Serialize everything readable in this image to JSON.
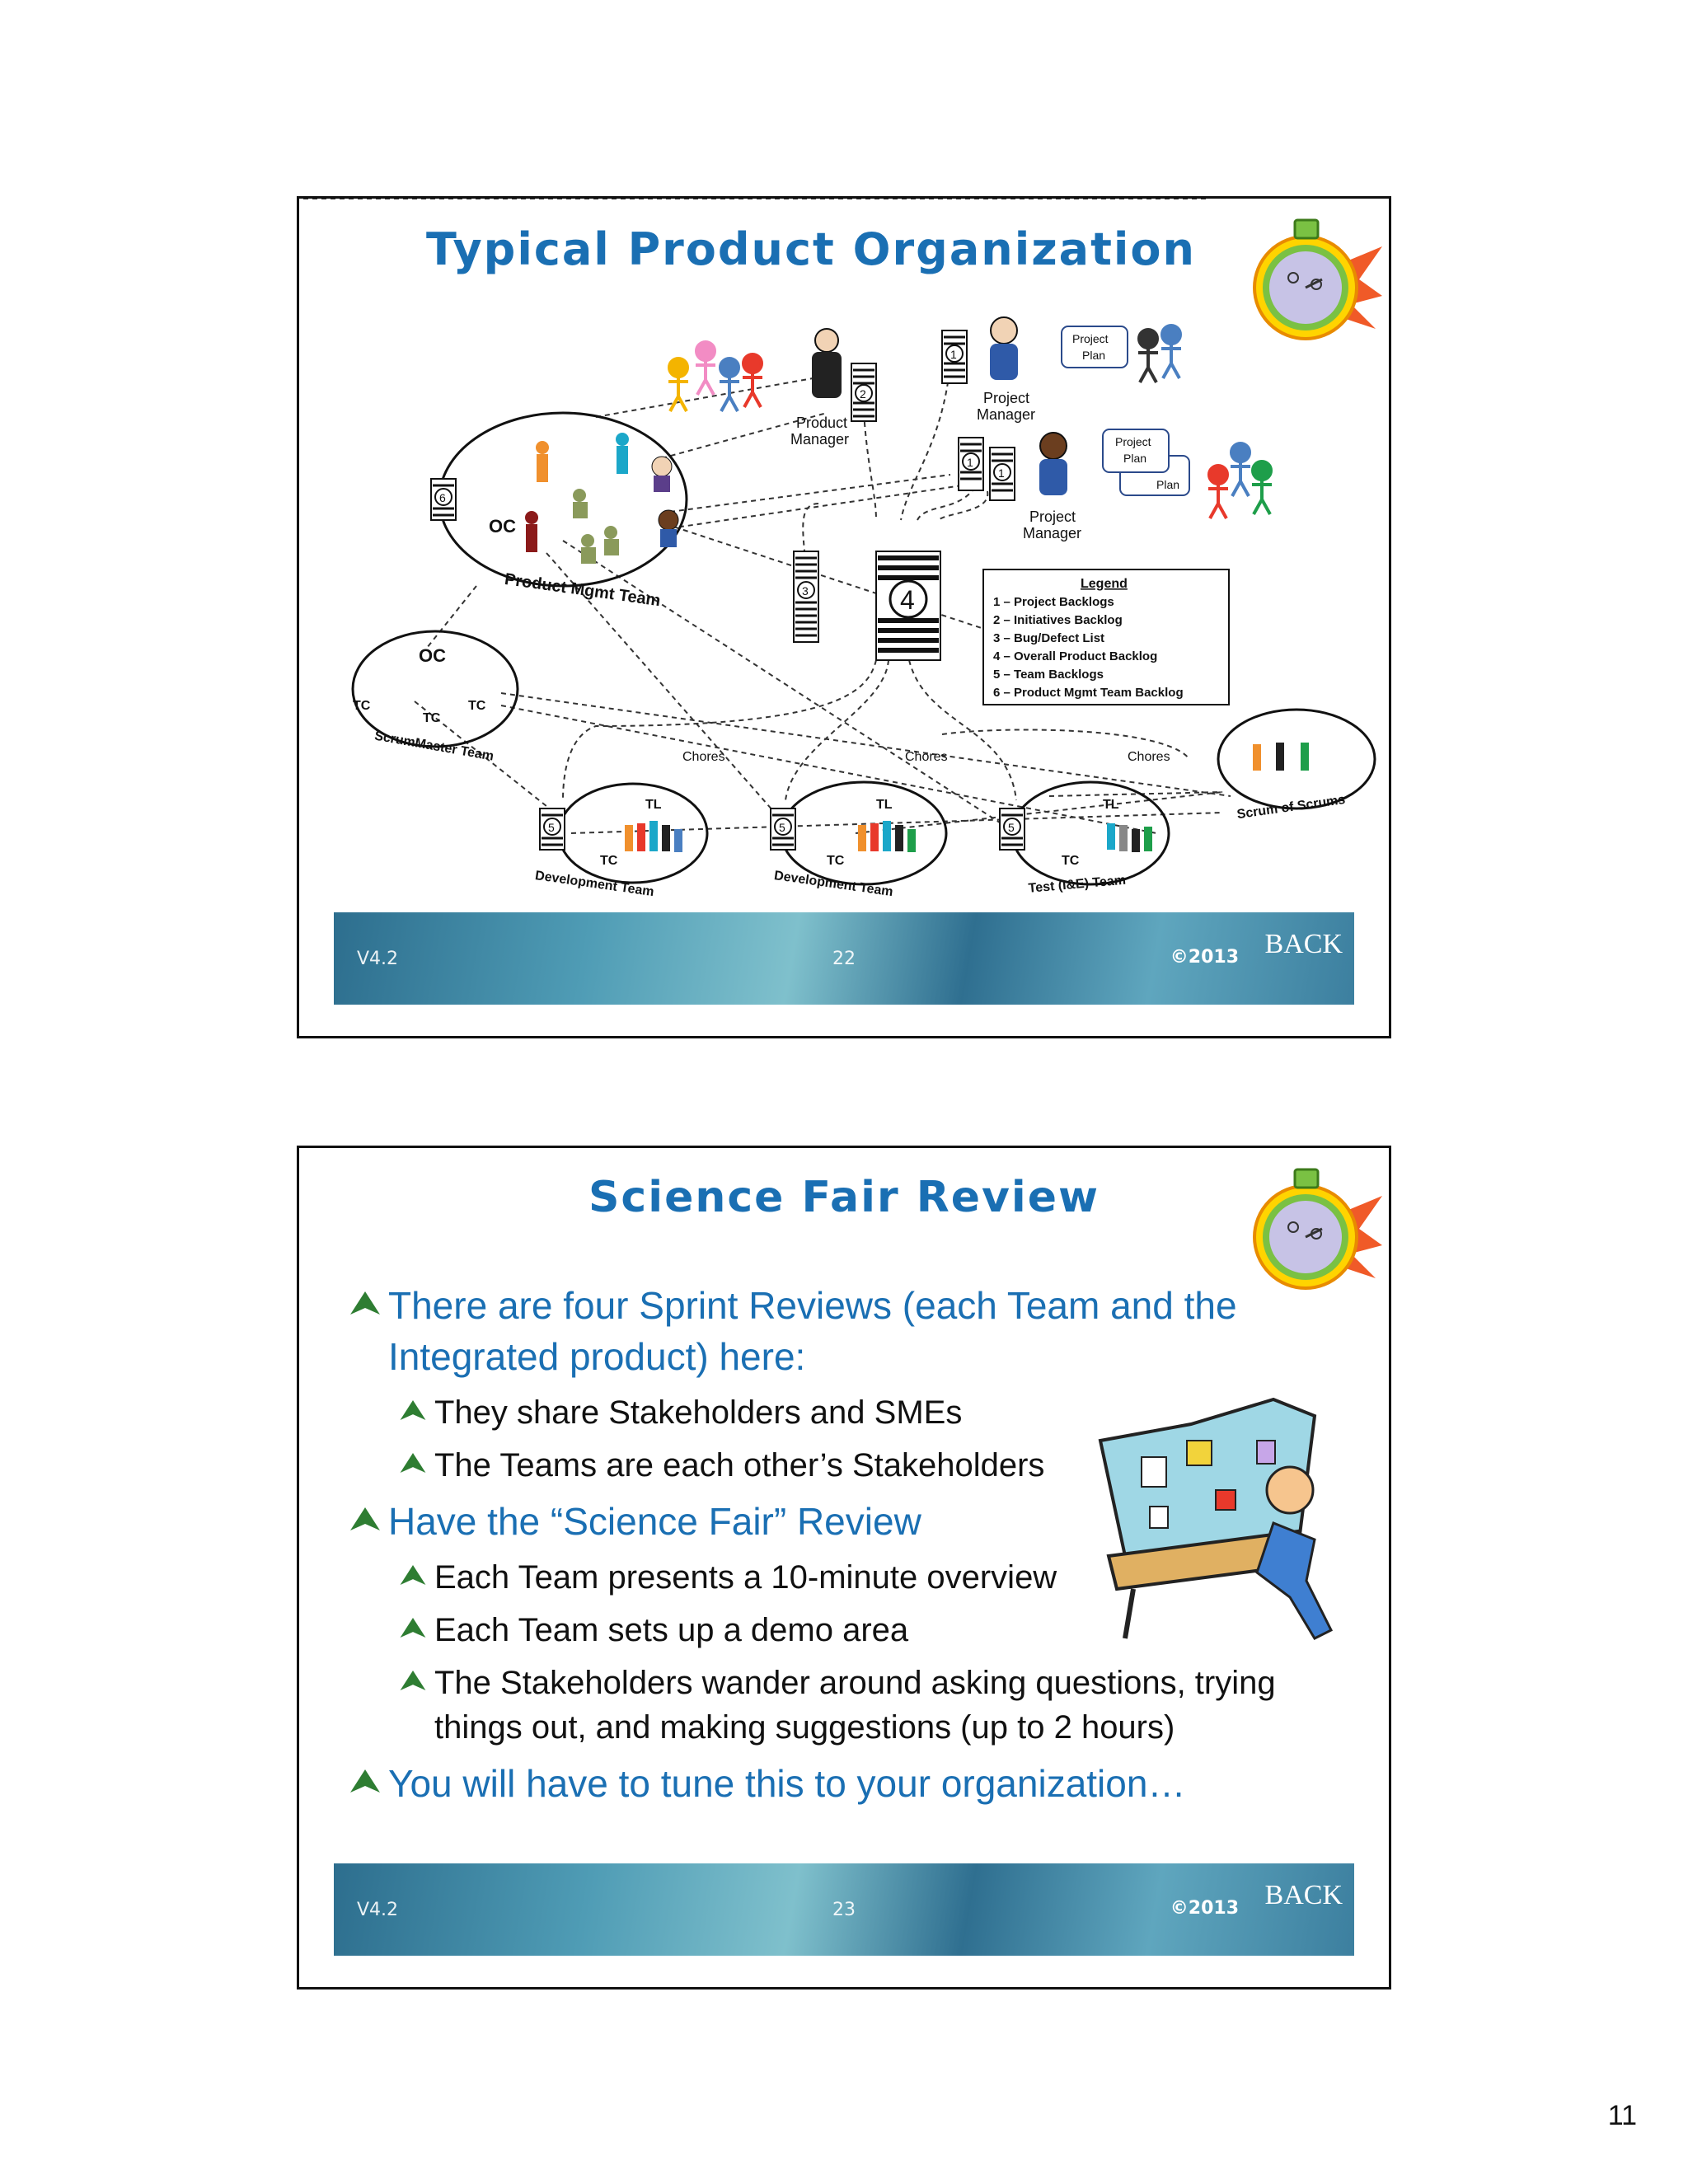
{
  "page_number": "11",
  "slide1": {
    "title": "Typical Product Organization",
    "footer": {
      "version": "V4.2",
      "page": "22",
      "copyright": "©2013",
      "logo": "BACK"
    },
    "labels": {
      "product_manager": [
        "Product",
        "Manager"
      ],
      "project_manager_1": [
        "Project",
        "Manager"
      ],
      "project_manager_2": [
        "Project",
        "Manager"
      ],
      "project_plan": [
        "Project",
        "Plan"
      ],
      "oc": "OC",
      "product_mgmt_team": "Product Mgmt Team",
      "scrummaster_team": "ScrumMaster Team",
      "tc": "TC",
      "tl": "TL",
      "chores": "Chores",
      "development_team": "Development Team",
      "test_team": "Test (I&E) Team",
      "scrum_of_scrums": "Scrum of Scrums"
    },
    "backlog_numbers": [
      "1",
      "2",
      "3",
      "4",
      "5",
      "6"
    ],
    "legend": {
      "title": "Legend",
      "items": [
        "1 – Project Backlogs",
        "2 – Initiatives Backlog",
        "3 – Bug/Defect List",
        "4 – Overall Product Backlog",
        "5 – Team Backlogs",
        "6 – Product Mgmt Team Backlog"
      ]
    }
  },
  "slide2": {
    "title": "Science Fair Review",
    "footer": {
      "version": "V4.2",
      "page": "23",
      "copyright": "©2013",
      "logo": "BACK"
    },
    "bullets": [
      {
        "level": 1,
        "text": "There are four Sprint Reviews (each Team and the Integrated product) here:"
      },
      {
        "level": 2,
        "text": "They share Stakeholders and SMEs"
      },
      {
        "level": 2,
        "text": "The Teams are each other’s Stakeholders"
      },
      {
        "level": 1,
        "text": "Have the “Science Fair” Review"
      },
      {
        "level": 2,
        "text": "Each Team presents a 10-minute overview"
      },
      {
        "level": 2,
        "text": "Each Team sets up a demo area"
      },
      {
        "level": 2,
        "text": "The Stakeholders wander around asking questions, trying things out, and making suggestions (up to 2 hours)"
      },
      {
        "level": 1,
        "text": "You will have to tune this to your organization…"
      }
    ]
  },
  "colors": {
    "title_blue": "#1a6fb3",
    "bullet_arrow_green": "#2e7d32",
    "footer_teal": "#3c7f9f"
  }
}
